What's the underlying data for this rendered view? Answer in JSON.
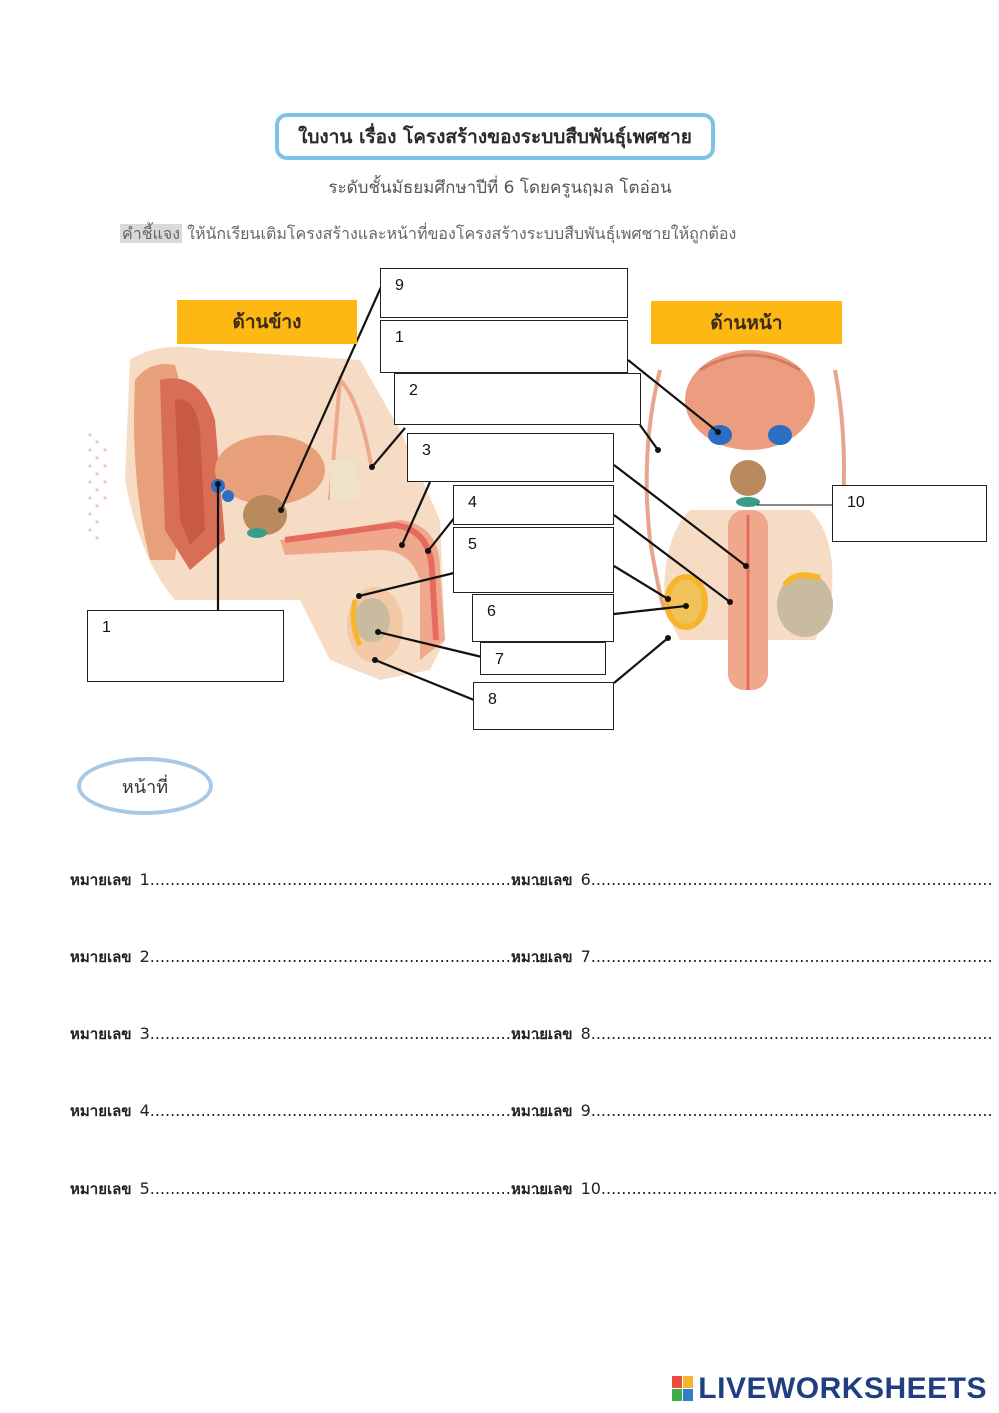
{
  "header": {
    "title": "ใบงาน เรื่อง โครงสร้างของระบบสืบพันธุ์เพศชาย",
    "subtitle": "ระดับชั้นมัธยมศึกษาปีที่ 6 โดยครูนฤมล   โตอ่อน",
    "instruction_label": "คำชี้แจง",
    "instruction_text": " ให้นักเรียนเติมโครงสร้างและหน้าที่ของโครงสร้างระบบสืบพันธุ์เพศชายให้ถูกต้อง"
  },
  "diagram": {
    "side_view_label": "ด้านข้าง",
    "front_view_label": "ด้านหน้า",
    "label_boxes": [
      {
        "number": "9",
        "value": ""
      },
      {
        "number": "1",
        "value": ""
      },
      {
        "number": "2",
        "value": ""
      },
      {
        "number": "3",
        "value": ""
      },
      {
        "number": "4",
        "value": ""
      },
      {
        "number": "5",
        "value": ""
      },
      {
        "number": "6",
        "value": ""
      },
      {
        "number": "7",
        "value": ""
      },
      {
        "number": "8",
        "value": ""
      },
      {
        "number": "10",
        "value": ""
      },
      {
        "number": "1",
        "value": ""
      }
    ]
  },
  "duty_section": {
    "heading": "หน้าที่",
    "prefix": "หมายเลข",
    "rows": [
      {
        "number": "1.............................................................................",
        "value": ""
      },
      {
        "number": "2...............................................................................",
        "value": ""
      },
      {
        "number": "3...............................................................................",
        "value": ""
      },
      {
        "number": "4...............................................................................",
        "value": ""
      },
      {
        "number": "5...............................................................................",
        "value": ""
      },
      {
        "number": "6...............................................................................",
        "value": ""
      },
      {
        "number": "7...............................................................................",
        "value": ""
      },
      {
        "number": "8...............................................................................",
        "value": ""
      },
      {
        "number": "9...............................................................................",
        "value": ""
      },
      {
        "number": "10...............................................................................",
        "value": ""
      }
    ]
  },
  "footer": {
    "brand": "LIVEWORKSHEETS",
    "brand_colors": [
      "#e94e3c",
      "#f7b52c",
      "#3fae49",
      "#2f7fc1"
    ]
  }
}
